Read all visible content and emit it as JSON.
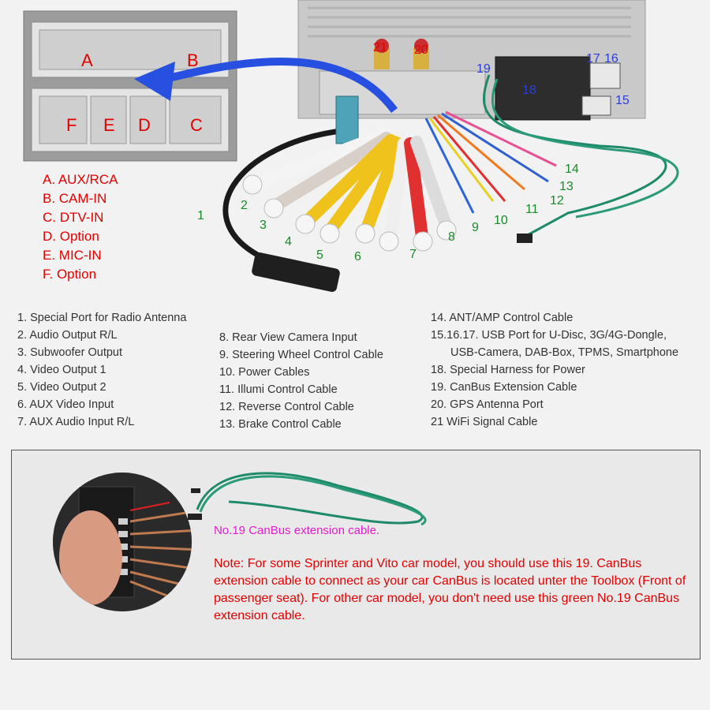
{
  "connector_letters": [
    "A",
    "B",
    "F",
    "E",
    "D",
    "C"
  ],
  "port_legend": [
    "A. AUX/RCA",
    "B. CAM-IN",
    "C. DTV-IN",
    "D. Option",
    "E. MIC-IN",
    "F. Option"
  ],
  "cable_numbers_green": [
    "1",
    "2",
    "3",
    "4",
    "5",
    "6",
    "7",
    "8",
    "9",
    "10",
    "11",
    "12",
    "13",
    "14"
  ],
  "cable_numbers_blue": [
    "15",
    "16",
    "17",
    "18",
    "19"
  ],
  "antenna_numbers": [
    "21",
    "20"
  ],
  "list_col1": [
    "1. Special Port for Radio Antenna",
    "2. Audio Output R/L",
    "3. Subwoofer Output",
    "4. Video Output 1",
    "5. Video Output 2",
    "6. AUX Video Input",
    "7. AUX Audio Input R/L"
  ],
  "list_col2": [
    "8. Rear View Camera Input",
    "9. Steering Wheel Control Cable",
    "10. Power Cables",
    "11. Illumi Control Cable",
    "12. Reverse Control Cable",
    "13. Brake Control Cable"
  ],
  "list_col3": [
    "14. ANT/AMP Control Cable",
    "15.16.17. USB Port for U-Disc, 3G/4G-Dongle,",
    "USB-Camera, DAB-Box, TPMS, Smartphone",
    "18. Special Harness for Power",
    "19. CanBus Extension Cable",
    "20. GPS Antenna Port",
    "21 WiFi Signal Cable"
  ],
  "canbus_caption": "No.19 CanBus extension cable.",
  "note": "Note: For some Sprinter and Vito car model, you should use this 19. CanBus extension cable to connect as your car CanBus is located unter the Toolbox (Front of passenger seat). For other car model, you don't need use this green No.19 CanBus extension cable.",
  "colors": {
    "red_label": "#e30000",
    "green_number": "#1a8a2a",
    "blue_number": "#2a3fd8",
    "pink_caption": "#e020c8",
    "canbus_wire": "#1f8a6a"
  }
}
